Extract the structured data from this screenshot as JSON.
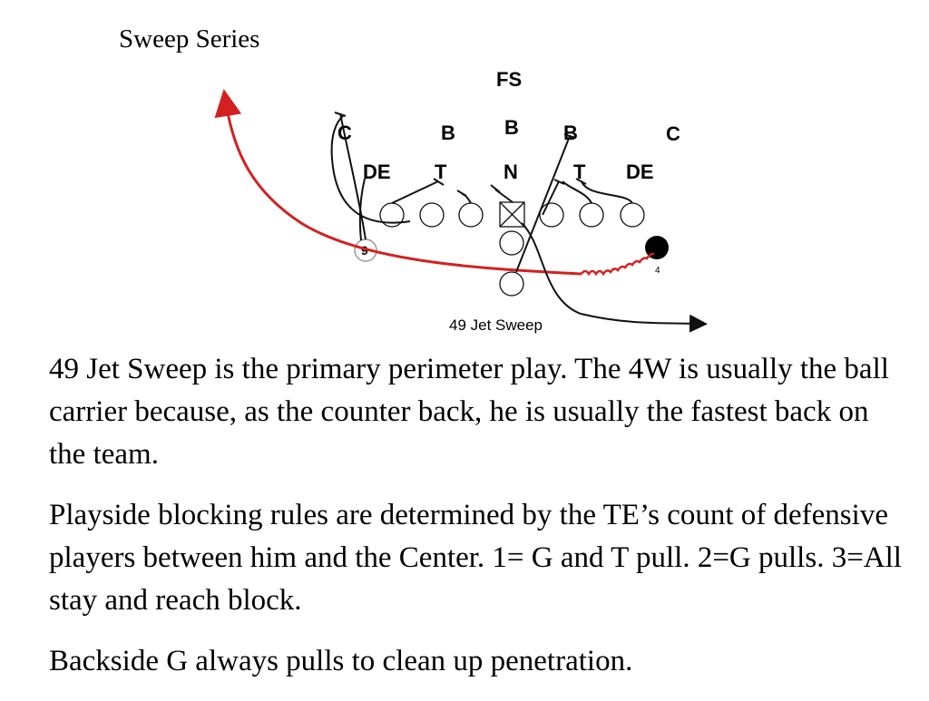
{
  "slide": {
    "title": "Sweep Series"
  },
  "diagram": {
    "caption": "49 Jet Sweep",
    "defense": {
      "fs": "FS",
      "left_corner": "C",
      "right_corner": "C",
      "left_backer": "B",
      "middle_backer": "B",
      "right_backer": "B",
      "left_end": "DE",
      "left_tackle": "T",
      "nose": "N",
      "right_tackle": "T",
      "right_end": "DE"
    },
    "offense": {
      "wingback_number": "9",
      "ball_carrier_number": "4"
    },
    "colors": {
      "run_path": "#d42020",
      "blocking_lines": "#111111"
    }
  },
  "body": {
    "paragraphs": [
      "49 Jet Sweep is the primary perimeter play. The 4W is usually the ball carrier because, as the counter back, he is usually the fastest back on the team.",
      "Playside blocking rules are determined by the TE’s count of defensive players between him and the Center. 1= G and T pull. 2=G pulls. 3=All stay and reach block.",
      "Backside G always pulls to clean up penetration."
    ]
  }
}
